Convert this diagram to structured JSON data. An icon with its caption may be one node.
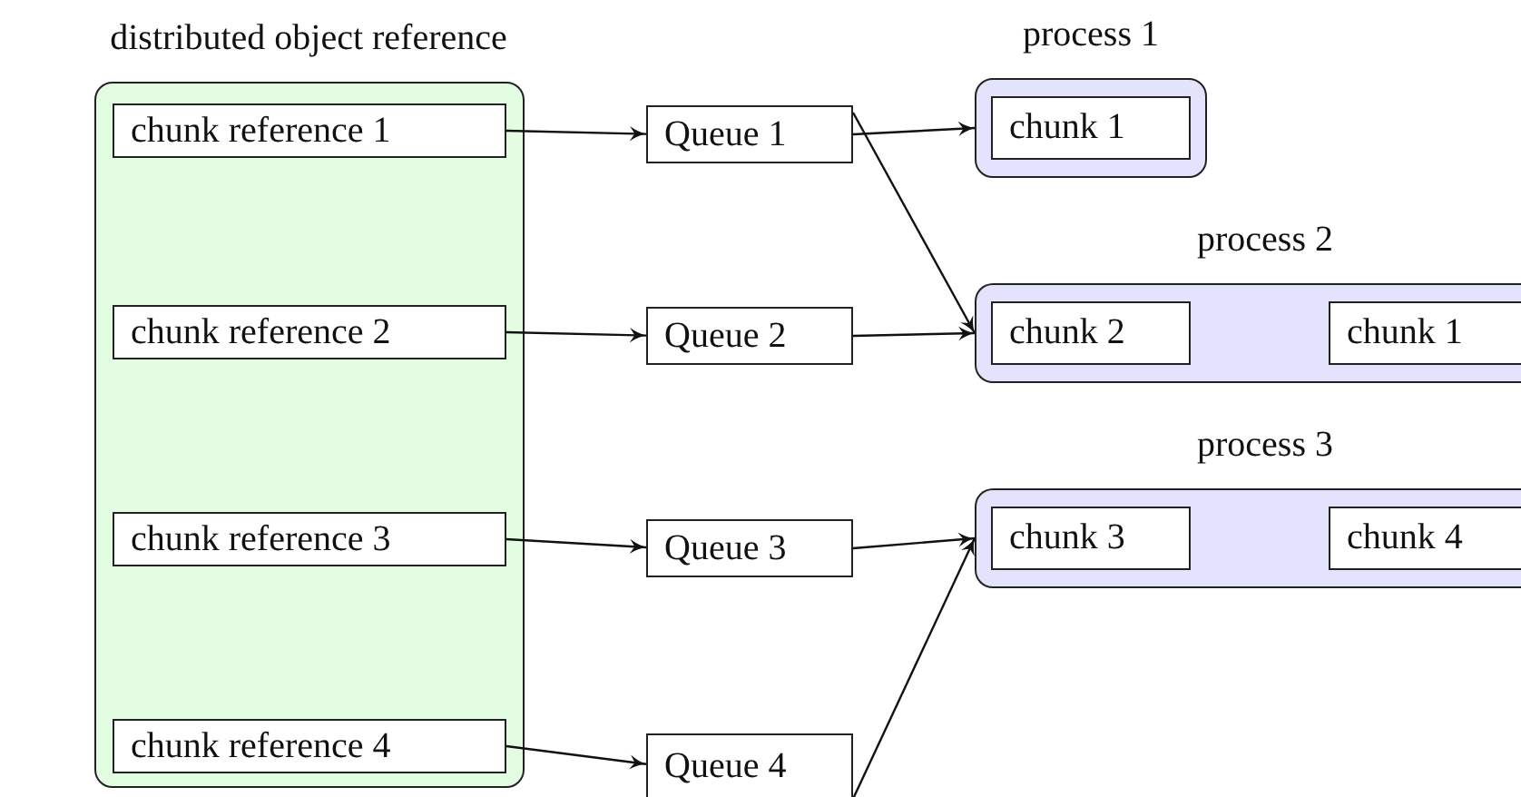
{
  "diagram": {
    "nodes": [
      {
        "text": [
          "distributed object reference"
        ]
      },
      {
        "text": [
          "chunk reference 1"
        ],
        "in": 0
      },
      {
        "text": [
          "chunk reference 2"
        ],
        "in": 0
      },
      {
        "text": [
          "chunk reference 3"
        ],
        "in": 0
      },
      {
        "text": [
          "chunk reference 4"
        ],
        "in": 0
      },
      {
        "text": [
          "Queue 1"
        ]
      },
      {
        "text": [
          "Queue 2"
        ]
      },
      {
        "text": [
          "Queue 3"
        ]
      },
      {
        "text": [
          "Queue 4"
        ]
      },
      {
        "text": [
          "process 1"
        ]
      },
      {
        "text": [
          "chunk 1"
        ],
        "in": 9
      },
      {
        "text": [
          "process 2"
        ]
      },
      {
        "text": [
          "chunk 2"
        ],
        "in": 11
      },
      {
        "text": [
          "chunk 1"
        ],
        "in": 11
      },
      {
        "text": [
          "process 3"
        ]
      },
      {
        "text": [
          "chunk 3"
        ],
        "in": 14
      },
      {
        "text": [
          "chunk 4"
        ],
        "in": 14
      }
    ],
    "edges": [
      {
        "from": 1,
        "to": 5,
        "arrow": "to"
      },
      {
        "from": 2,
        "to": 6,
        "arrow": "to"
      },
      {
        "from": 3,
        "to": 7,
        "arrow": "to"
      },
      {
        "from": 4,
        "to": 8,
        "arrow": "to"
      },
      {
        "from": 5,
        "to": 9,
        "arrow": "to"
      },
      {
        "from": 5,
        "to": 11,
        "arrow": "to"
      },
      {
        "from": 6,
        "to": 11,
        "arrow": "to"
      },
      {
        "from": 7,
        "to": 14,
        "arrow": "to"
      },
      {
        "from": 8,
        "to": 14,
        "arrow": "to"
      }
    ]
  }
}
